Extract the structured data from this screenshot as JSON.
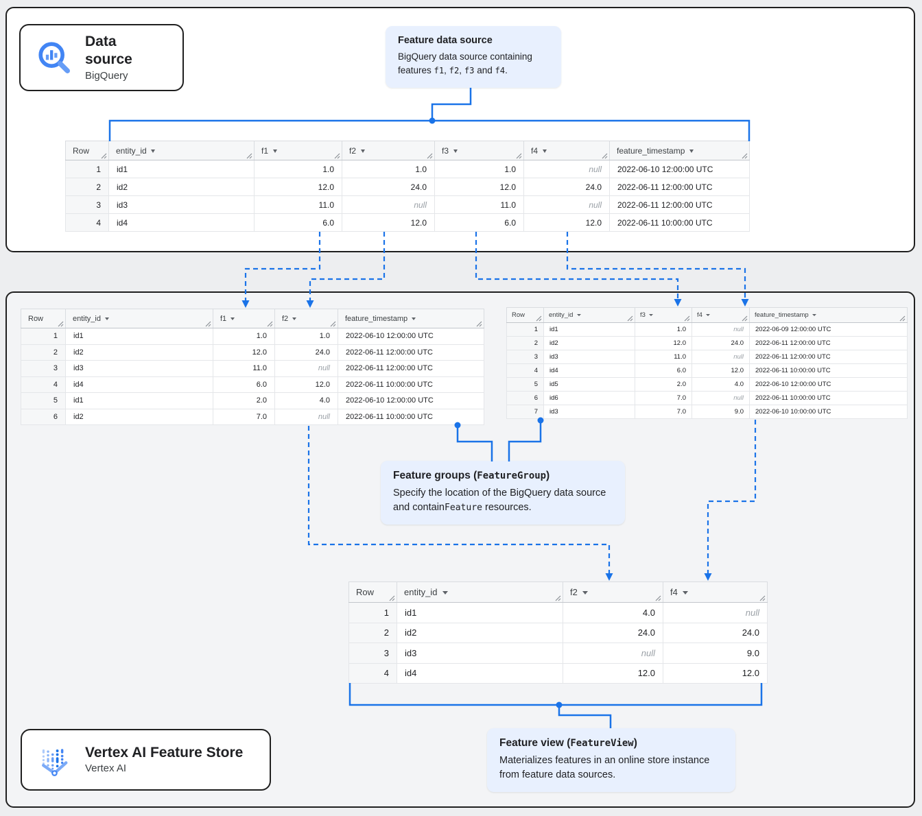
{
  "badges": {
    "data_source": {
      "title": "Data source",
      "subtitle": "BigQuery",
      "icon": "bigquery-magnifier-icon"
    },
    "feature_store": {
      "title": "Vertex AI Feature Store",
      "subtitle": "Vertex AI",
      "icon": "vertex-ai-icon"
    }
  },
  "callouts": {
    "feature_data_source": {
      "title": [
        {
          "text": "Feature data source"
        }
      ],
      "body": [
        {
          "text": "BigQuery data source containing features "
        },
        {
          "text": "f1",
          "mono": true
        },
        {
          "text": ", "
        },
        {
          "text": "f2",
          "mono": true
        },
        {
          "text": ", "
        },
        {
          "text": "f3",
          "mono": true
        },
        {
          "text": " and "
        },
        {
          "text": "f4",
          "mono": true
        },
        {
          "text": "."
        }
      ]
    },
    "feature_groups": {
      "title": [
        {
          "text": "Feature groups ("
        },
        {
          "text": "FeatureGroup",
          "mono": true
        },
        {
          "text": ")"
        }
      ],
      "body": [
        {
          "text": "Specify the location of the BigQuery data source and contain"
        },
        {
          "text": "Feature",
          "mono": true
        },
        {
          "text": " resources."
        }
      ]
    },
    "feature_view": {
      "title": [
        {
          "text": "Feature view ("
        },
        {
          "text": "FeatureView",
          "mono": true
        },
        {
          "text": ")"
        }
      ],
      "body": [
        {
          "text": "Materializes features in an online store instance from feature data sources."
        }
      ]
    }
  },
  "null_label": "null",
  "colors": {
    "accent_blue": "#1a73e8",
    "callout_bg": "#e8f0fe",
    "null_text": "#9aa0a6"
  },
  "tables": {
    "source": {
      "columns": [
        "Row",
        "entity_id",
        "f1",
        "f2",
        "f3",
        "f4",
        "feature_timestamp"
      ],
      "col_types": [
        "rownum",
        "txt",
        "num",
        "num",
        "num",
        "num",
        "ts"
      ],
      "rows": [
        [
          "1",
          "id1",
          "1.0",
          "1.0",
          "1.0",
          "null",
          "2022-06-10 12:00:00 UTC"
        ],
        [
          "2",
          "id2",
          "12.0",
          "24.0",
          "12.0",
          "24.0",
          "2022-06-11 12:00:00 UTC"
        ],
        [
          "3",
          "id3",
          "11.0",
          "null",
          "11.0",
          "null",
          "2022-06-11 12:00:00 UTC"
        ],
        [
          "4",
          "id4",
          "6.0",
          "12.0",
          "6.0",
          "12.0",
          "2022-06-11 10:00:00 UTC"
        ]
      ]
    },
    "group1": {
      "columns": [
        "Row",
        "entity_id",
        "f1",
        "f2",
        "feature_timestamp"
      ],
      "col_types": [
        "rownum",
        "txt",
        "num",
        "num",
        "ts"
      ],
      "rows": [
        [
          "1",
          "id1",
          "1.0",
          "1.0",
          "2022-06-10 12:00:00 UTC"
        ],
        [
          "2",
          "id2",
          "12.0",
          "24.0",
          "2022-06-11 12:00:00 UTC"
        ],
        [
          "3",
          "id3",
          "11.0",
          "null",
          "2022-06-11 12:00:00 UTC"
        ],
        [
          "4",
          "id4",
          "6.0",
          "12.0",
          "2022-06-11 10:00:00 UTC"
        ],
        [
          "5",
          "id1",
          "2.0",
          "4.0",
          "2022-06-10 12:00:00 UTC"
        ],
        [
          "6",
          "id2",
          "7.0",
          "null",
          "2022-06-11 10:00:00 UTC"
        ]
      ]
    },
    "group2": {
      "columns": [
        "Row",
        "entity_id",
        "f3",
        "f4",
        "feature_timestamp"
      ],
      "col_types": [
        "rownum",
        "txt",
        "num",
        "num",
        "ts"
      ],
      "rows": [
        [
          "1",
          "id1",
          "1.0",
          "null",
          "2022-06-09 12:00:00 UTC"
        ],
        [
          "2",
          "id2",
          "12.0",
          "24.0",
          "2022-06-11 12:00:00 UTC"
        ],
        [
          "3",
          "id3",
          "11.0",
          "null",
          "2022-06-11 12:00:00 UTC"
        ],
        [
          "4",
          "id4",
          "6.0",
          "12.0",
          "2022-06-11 10:00:00 UTC"
        ],
        [
          "5",
          "id5",
          "2.0",
          "4.0",
          "2022-06-10 12:00:00 UTC"
        ],
        [
          "6",
          "id6",
          "7.0",
          "null",
          "2022-06-11 10:00:00 UTC"
        ],
        [
          "7",
          "id3",
          "7.0",
          "9.0",
          "2022-06-10 10:00:00 UTC"
        ]
      ]
    },
    "view": {
      "columns": [
        "Row",
        "entity_id",
        "f2",
        "f4"
      ],
      "col_types": [
        "rownum",
        "txt",
        "num",
        "num"
      ],
      "rows": [
        [
          "1",
          "id1",
          "4.0",
          "null"
        ],
        [
          "2",
          "id2",
          "24.0",
          "24.0"
        ],
        [
          "3",
          "id3",
          "null",
          "9.0"
        ],
        [
          "4",
          "id4",
          "12.0",
          "12.0"
        ]
      ]
    }
  }
}
